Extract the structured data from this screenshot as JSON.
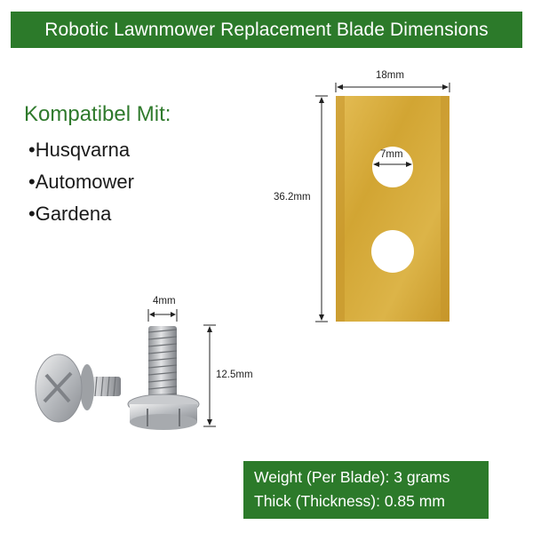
{
  "header": {
    "title": "Robotic Lawnmower Replacement Blade Dimensions"
  },
  "compatibility": {
    "heading": "Kompatibel Mit:",
    "brands": [
      "•Husqvarna",
      "•Automower",
      "•Gardena"
    ]
  },
  "blade": {
    "width_label": "18mm",
    "height_label": "36.2mm",
    "hole_label": "7mm",
    "color": "#d7ad3d"
  },
  "screw": {
    "width_label": "4mm",
    "length_label": "12.5mm"
  },
  "specs": {
    "weight": "Weight (Per Blade): 3 grams",
    "thickness": "Thick (Thickness): 0.85 mm"
  },
  "colors": {
    "accent": "#2c7a2a",
    "heading_green": "#2f7a2c"
  }
}
